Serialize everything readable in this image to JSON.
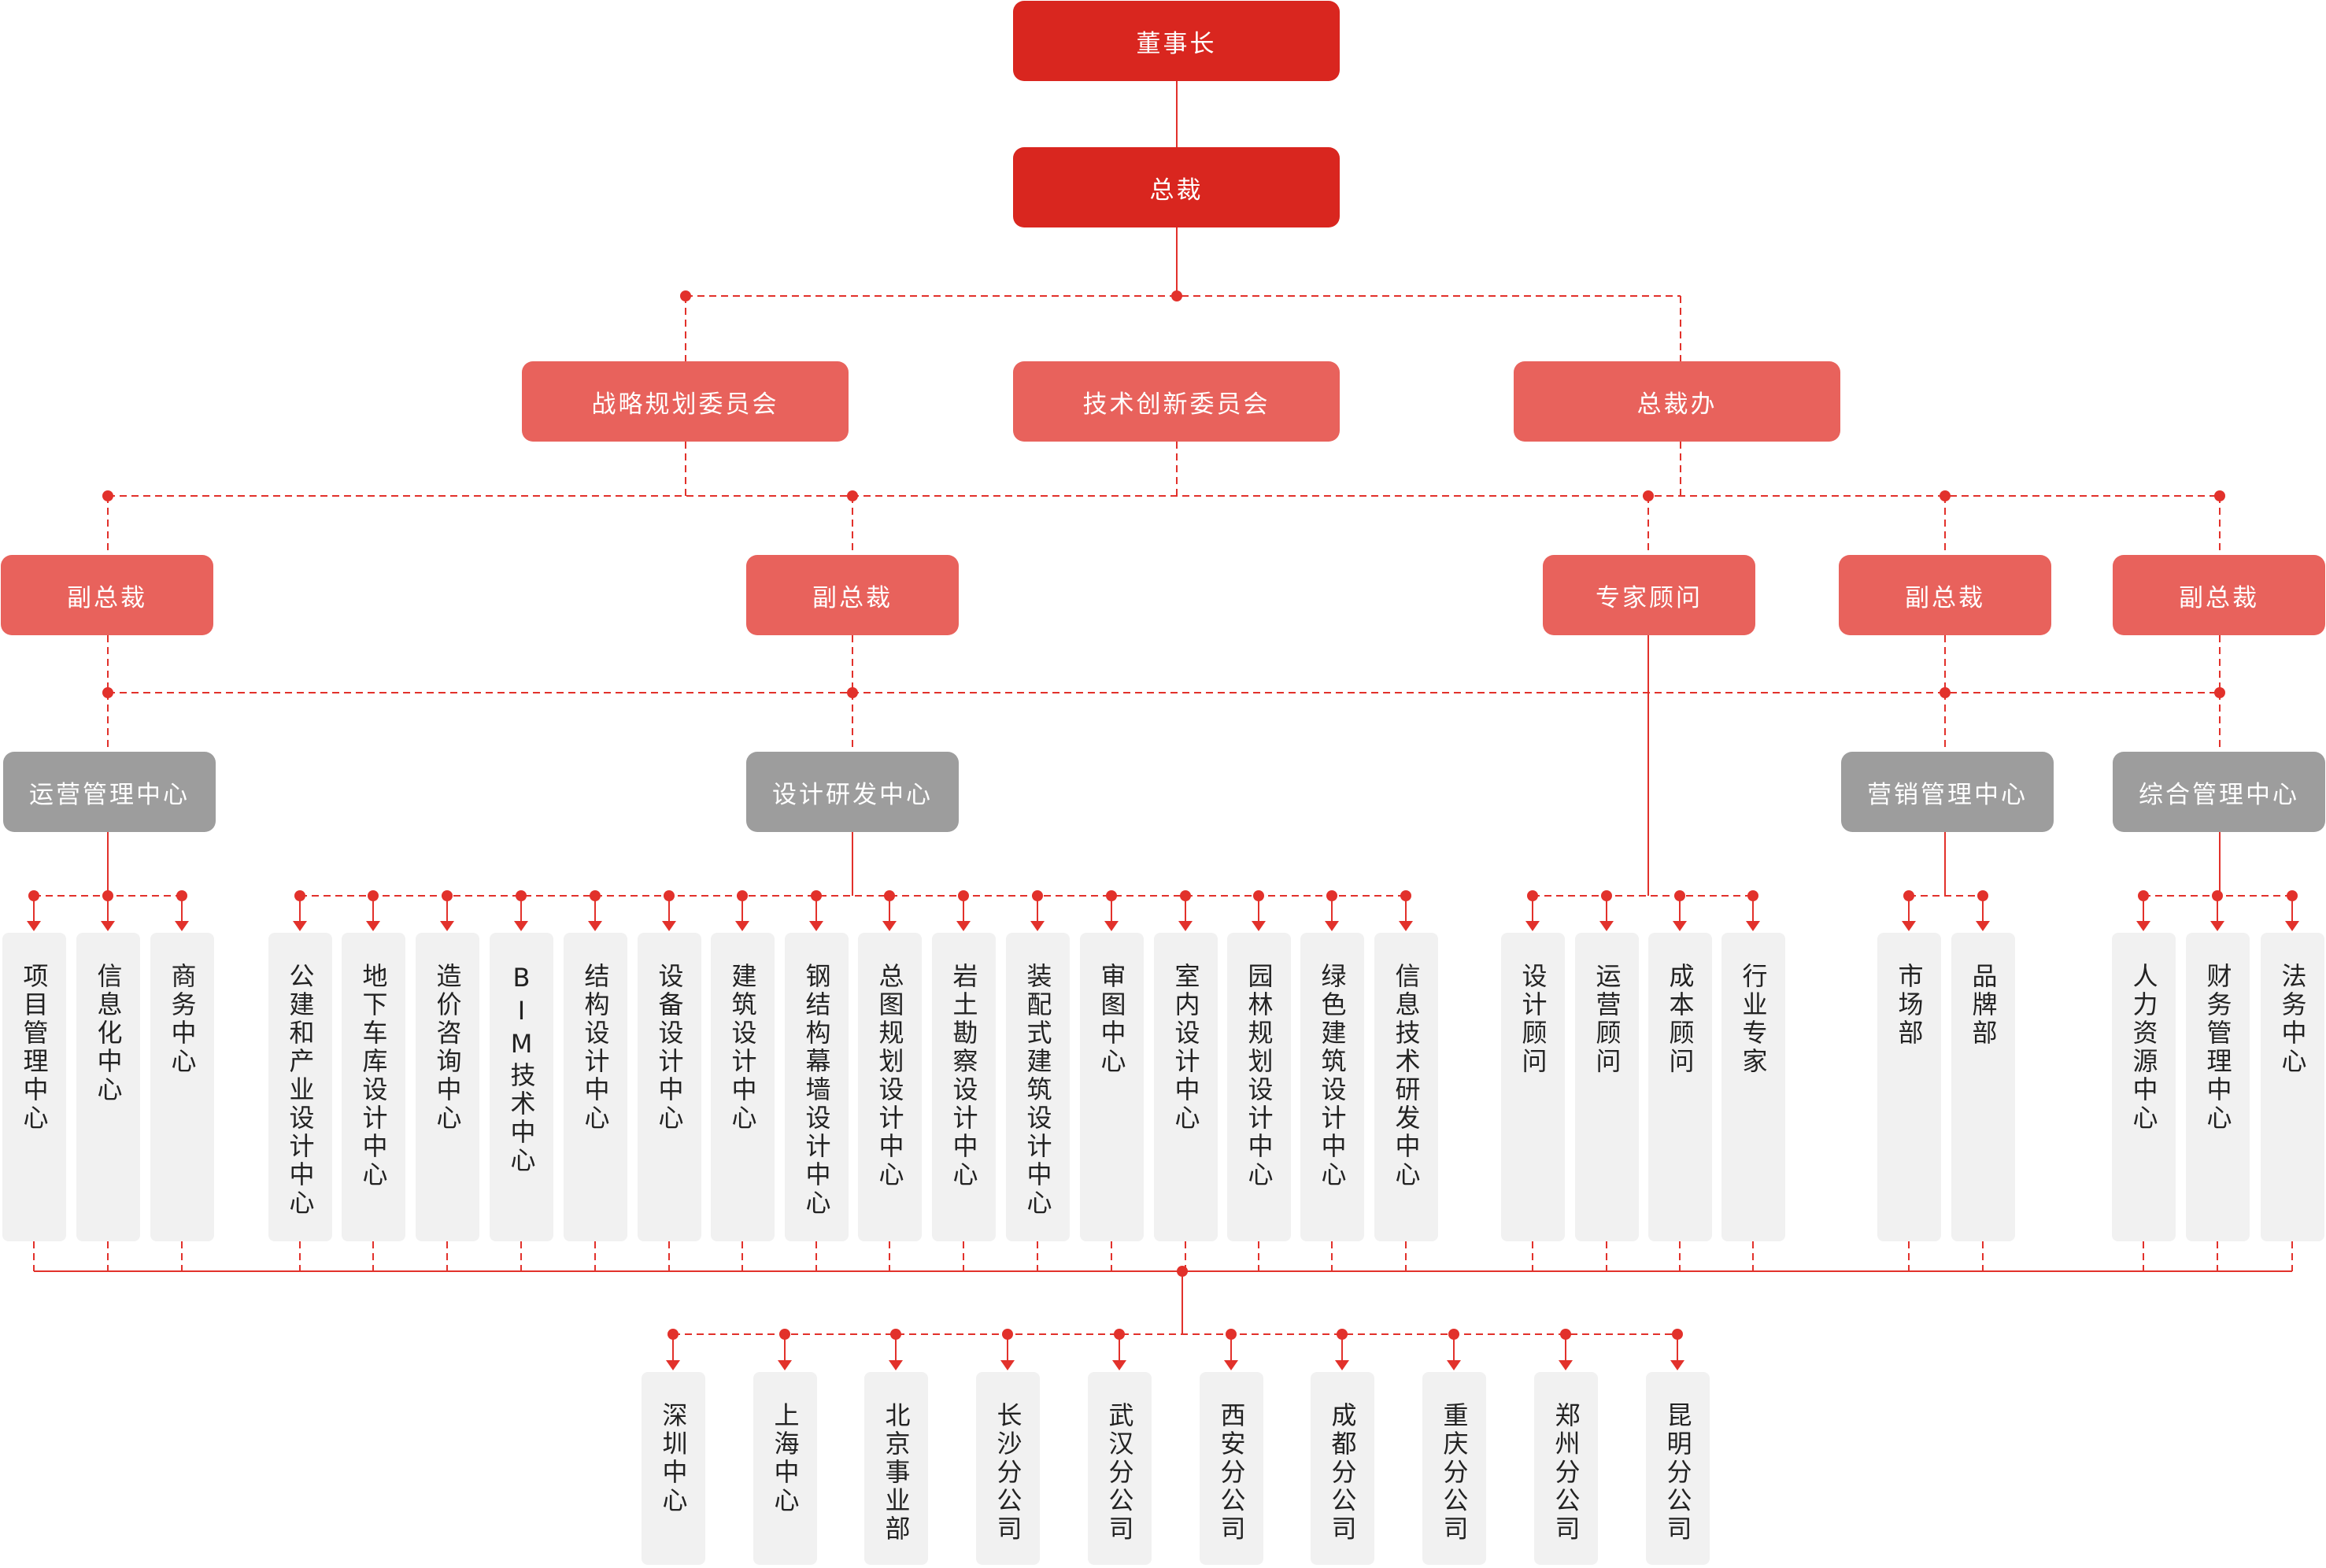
{
  "colors": {
    "line": "#e2312b",
    "top": "#d9261f",
    "mid": "#e8625c",
    "grey": "#9d9d9d",
    "leaf": "#f1f1f1"
  },
  "chairman": "董事长",
  "president": "总裁",
  "committees": [
    "战略规划委员会",
    "技术创新委员会",
    "总裁办"
  ],
  "executives": [
    "副总裁",
    "副总裁",
    "专家顾问",
    "副总裁",
    "副总裁"
  ],
  "centers": [
    "运营管理中心",
    "设计研发中心",
    "营销管理中心",
    "综合管理中心"
  ],
  "ops_units": [
    "项目管理中心",
    "信息化中心",
    "商务中心"
  ],
  "design_units": [
    "公建和产业设计中心",
    "地下车库设计中心",
    "造价咨询中心",
    "BIM技术中心",
    "结构设计中心",
    "设备设计中心",
    "建筑设计中心",
    "钢结构幕墙设计中心",
    "总图规划设计中心",
    "岩土勘察设计中心",
    "装配式建筑设计中心",
    "审图中心",
    "室内设计中心",
    "园林规划设计中心",
    "绿色建筑设计中心",
    "信息技术研发中心"
  ],
  "expert_units": [
    "设计顾问",
    "运营顾问",
    "成本顾问",
    "行业专家"
  ],
  "marketing_units": [
    "市场部",
    "品牌部"
  ],
  "admin_units": [
    "人力资源中心",
    "财务管理中心",
    "法务中心"
  ],
  "branches": [
    "深圳中心",
    "上海中心",
    "北京事业部",
    "长沙分公司",
    "武汉分公司",
    "西安分公司",
    "成都分公司",
    "重庆分公司",
    "郑州分公司",
    "昆明分公司"
  ]
}
